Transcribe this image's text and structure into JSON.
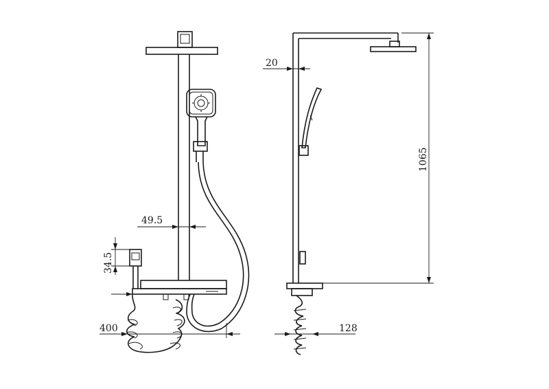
{
  "dimensions": {
    "arm_offset": "20",
    "rail_spacing": "49.5",
    "spout_height": "34.5",
    "hose_drop": "400",
    "hose_width": "128",
    "total_height": "1065"
  }
}
